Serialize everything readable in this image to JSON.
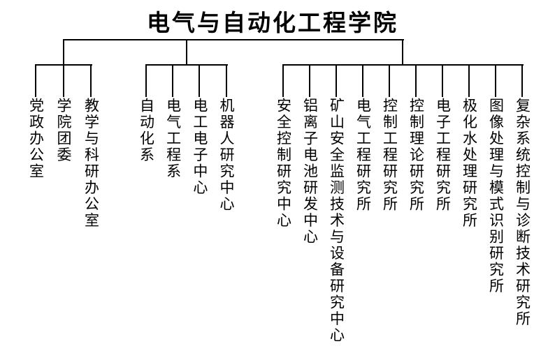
{
  "chart": {
    "title": "电气与自动化工程学院",
    "colors": {
      "line": "#000000",
      "text": "#000000",
      "background": "#ffffff"
    },
    "groups": [
      {
        "name": "administrative-offices",
        "children": [
          "党政办公室",
          "学院团委",
          "教学与科研办公室"
        ]
      },
      {
        "name": "departments-and-centers",
        "children": [
          "自动化系",
          "电气工程系",
          "电工电子中心",
          "机器人研究中心"
        ]
      },
      {
        "name": "research-institutes",
        "children": [
          "安全控制研究中心",
          "铝离子电池研发中心",
          "矿山安全监测技术与设备研究中心",
          "电气工程研究所",
          "控制工程研究所",
          "控制理论研究所",
          "电子工程研究所",
          "极化水处理研究所",
          "图像处理与模式识别研究所",
          "复杂系统控制与诊断技术研究所"
        ]
      }
    ]
  }
}
